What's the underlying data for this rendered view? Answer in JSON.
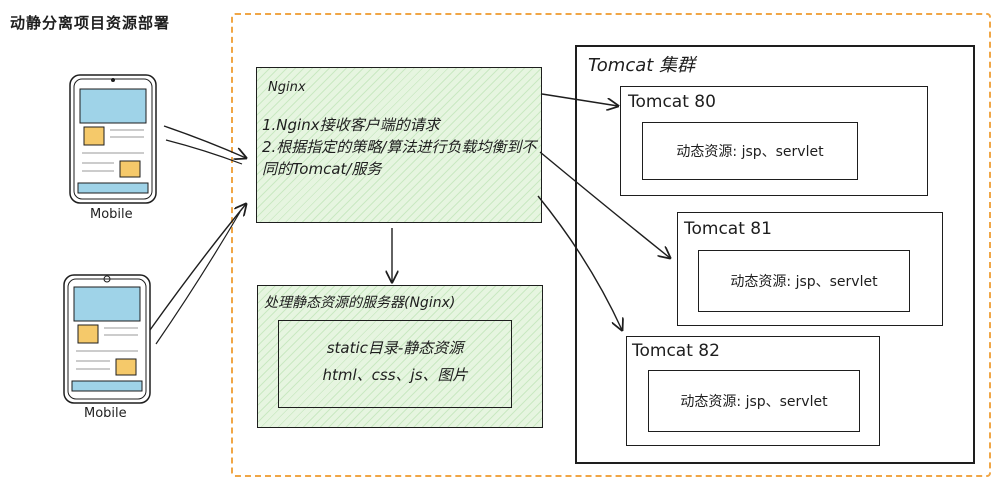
{
  "title": "动静分离项目资源部署",
  "mobiles": [
    {
      "label": "Mobile"
    },
    {
      "label": "Mobile"
    }
  ],
  "nginx": {
    "title": "Nginx",
    "line1": "1.Nginx接收客户端的请求",
    "line2": "2.根据指定的策略/算法进行负载均衡到不同的Tomcat/服务"
  },
  "static_server": {
    "title": "处理静态资源的服务器(Nginx)",
    "line1": "static目录-静态资源",
    "line2": "html、css、js、图片"
  },
  "cluster": {
    "title": "Tomcat 集群",
    "nodes": [
      {
        "name": "Tomcat 80",
        "content": "动态资源: jsp、servlet"
      },
      {
        "name": "Tomcat 81",
        "content": "动态资源: jsp、servlet"
      },
      {
        "name": "Tomcat 82",
        "content": "动态资源: jsp、servlet"
      }
    ]
  },
  "colors": {
    "region_border": "#f0a646",
    "nginx_fill": "#e6f5e0",
    "screen_blue": "#9fd3e8",
    "note_yellow": "#f5c96a"
  }
}
